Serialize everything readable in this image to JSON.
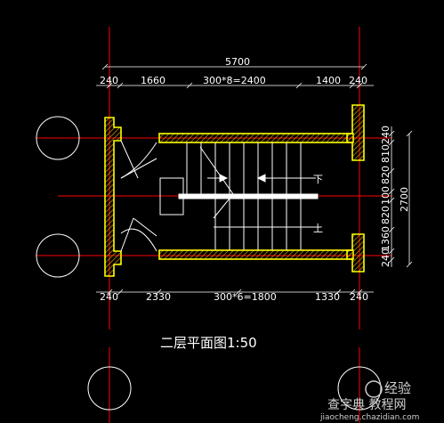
{
  "colors": {
    "background": "#000000",
    "axis_line": "#ff0000",
    "wall_outline": "#ffff00",
    "wall_hatch": "#c8a000",
    "dimension": "#ffffff",
    "stair_lines": "#ffffff"
  },
  "dimensions": {
    "overall_top": "5700",
    "top_segments": [
      "240",
      "1660",
      "300*8=2400",
      "1400",
      "240"
    ],
    "bottom_segments": [
      "240",
      "2330",
      "300*6=1800",
      "1330",
      "240"
    ],
    "right_inner": [
      "240",
      "810",
      "820",
      "100",
      "820",
      "1360",
      "240"
    ],
    "right_overall": "2700"
  },
  "arrows": {
    "up": "上",
    "down": "下"
  },
  "title": "二层平面图1:50",
  "watermark": {
    "line1": "查字典 教程网",
    "line2": "jiaocheng.chazidian.com",
    "mark": "经验"
  }
}
